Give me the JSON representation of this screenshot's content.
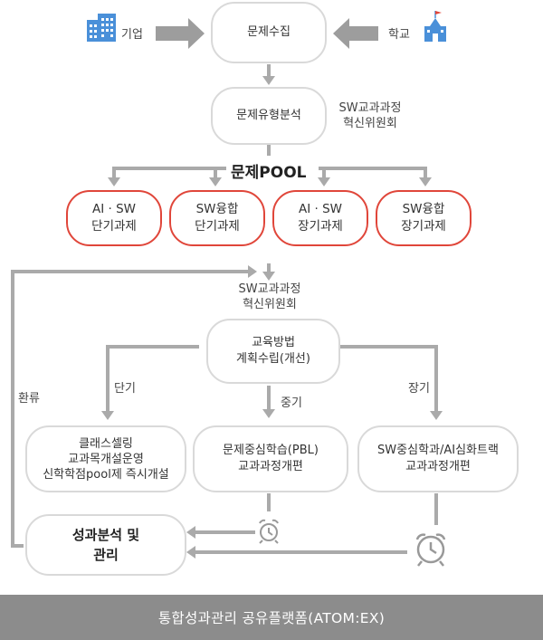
{
  "top": {
    "left_label": "기업",
    "right_label": "학교",
    "collect_box": "문제수집"
  },
  "analysis": {
    "box": "문제유형분석",
    "committee": [
      "SW교과과정",
      "혁신위원회"
    ]
  },
  "pool": {
    "title": "문제POOL",
    "items": [
      [
        "AI · SW",
        "단기과제"
      ],
      [
        "SW융합",
        "단기과제"
      ],
      [
        "AI · SW",
        "장기과제"
      ],
      [
        "SW융합",
        "장기과제"
      ]
    ]
  },
  "committee2": [
    "SW교과과정",
    "혁신위원회"
  ],
  "plan_box": [
    "교육방법",
    "계획수립(개선)"
  ],
  "branches": {
    "short": "단기",
    "mid": "중기",
    "long": "장기",
    "feedback": "환류"
  },
  "outcomes": {
    "short": [
      "클래스셀링",
      "교과목개설운영",
      "신학학점pool제 즉시개설"
    ],
    "mid": [
      "문제중심학습(PBL)",
      "교과과정개편"
    ],
    "long": [
      "SW중심학과/AI심화트랙",
      "교과과정개편"
    ]
  },
  "evaluation": [
    "성과분석 및",
    "관리"
  ],
  "footer": "통합성과관리 공유플랫폼(ATOM:EX)",
  "colors": {
    "accent_red": "#e0463a",
    "icon_blue": "#4a90d9",
    "arrow_gray": "#aaaaaa",
    "footer_gray": "#8c8c8c"
  }
}
